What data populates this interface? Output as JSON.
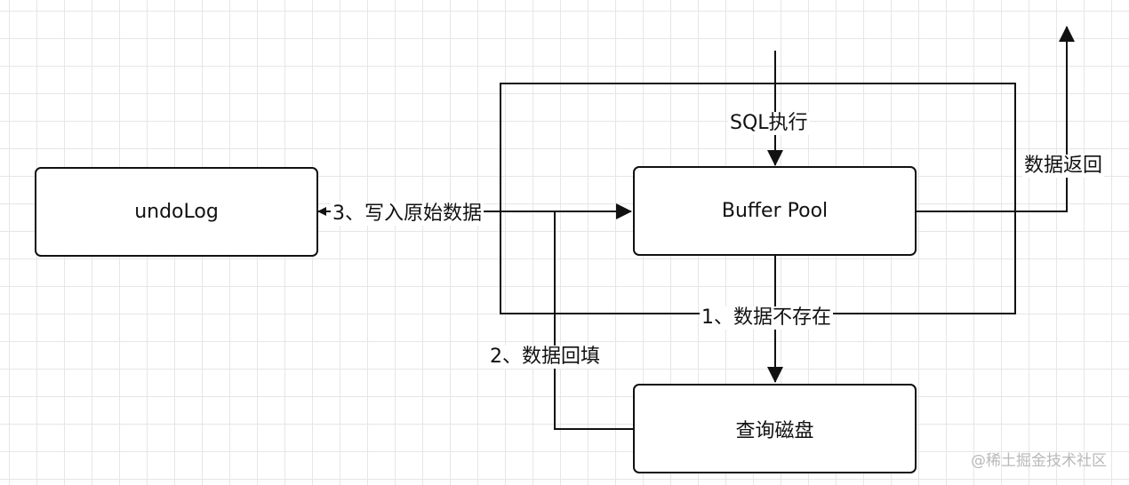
{
  "nodes": {
    "undolog": "undoLog",
    "buffer_pool": "Buffer Pool",
    "disk": "查询磁盘"
  },
  "labels": {
    "sql_exec": "SQL执行",
    "data_return": "数据返回",
    "write_original": "3、写入原始数据",
    "not_exist": "1、数据不存在",
    "backfill": "2、数据回填"
  },
  "watermark": "@稀土掘金技术社区",
  "colors": {
    "stroke": "#111111",
    "grid": "#e6e6e6",
    "background": "#ffffff"
  }
}
